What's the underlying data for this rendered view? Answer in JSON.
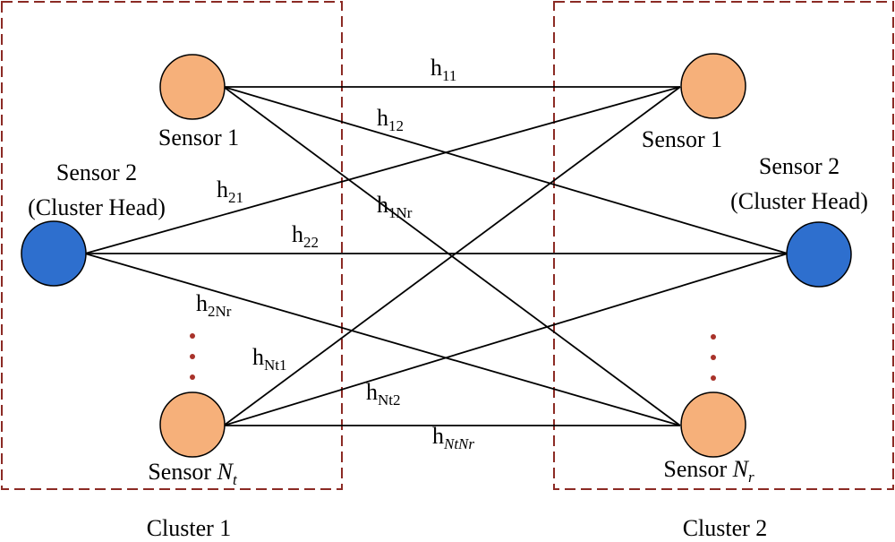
{
  "clusters": [
    {
      "name": "Cluster 1"
    },
    {
      "name": "Cluster 2"
    }
  ],
  "nodes": {
    "c1_s1": {
      "label": "Sensor 1"
    },
    "c1_head": {
      "label_line1": "Sensor 2",
      "label_line2": "(Cluster Head)"
    },
    "c1_sn": {
      "label_base": "Sensor ",
      "label_var": "N",
      "label_sub": "t"
    },
    "c2_s1": {
      "label": "Sensor 1"
    },
    "c2_head": {
      "label_line1": "Sensor 2",
      "label_line2": "(Cluster Head)"
    },
    "c2_sn": {
      "label_base": "Sensor ",
      "label_var": "N",
      "label_sub": "r"
    }
  },
  "channels": [
    {
      "base": "h",
      "sub": "11"
    },
    {
      "base": "h",
      "sub": "12"
    },
    {
      "base": "h",
      "sub": "1Nr"
    },
    {
      "base": "h",
      "sub": "21"
    },
    {
      "base": "h",
      "sub": "22"
    },
    {
      "base": "h",
      "sub": "2Nr"
    },
    {
      "base": "h",
      "sub": "Nt1"
    },
    {
      "base": "h",
      "sub": "Nt2"
    },
    {
      "base": "h",
      "sub": "NtNr"
    }
  ],
  "colors": {
    "sensor": "#f6b07a",
    "cluster_head": "#2e6fce",
    "box_border": "#8b2a24",
    "ellipsis_dot": "#a8322a"
  }
}
